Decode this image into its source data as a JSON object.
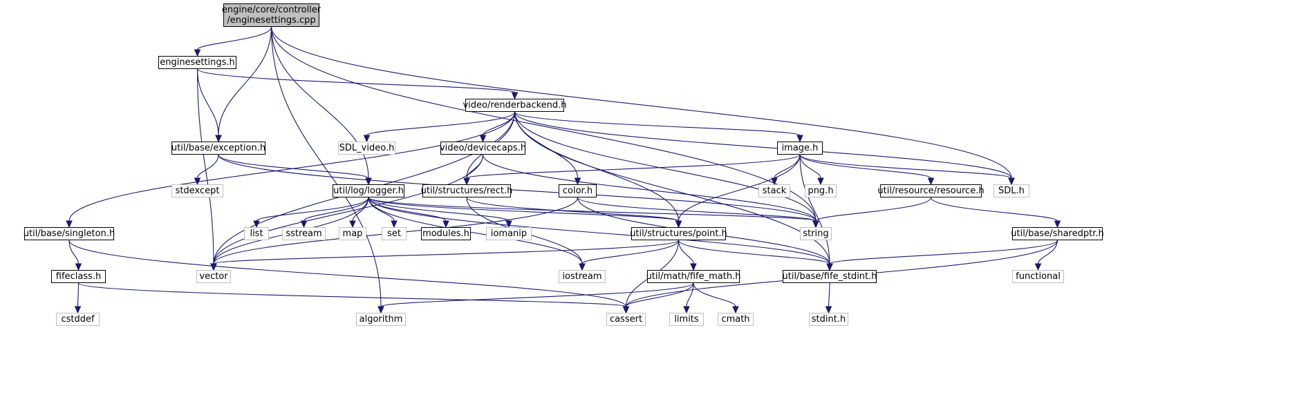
{
  "colors": {
    "edge": "#191970",
    "local_border": "#000000",
    "system_border": "#bfbfbf",
    "root_fill": "#bfbfbf"
  },
  "nodes": [
    {
      "id": "enginesettings_cpp",
      "lines": [
        "engine/core/controller",
        "/enginesettings.cpp"
      ],
      "kind": "root"
    },
    {
      "id": "enginesettings_h",
      "lines": [
        "enginesettings.h"
      ],
      "kind": "local"
    },
    {
      "id": "renderbackend",
      "lines": [
        "video/renderbackend.h"
      ],
      "kind": "local"
    },
    {
      "id": "exception",
      "lines": [
        "util/base/exception.h"
      ],
      "kind": "local"
    },
    {
      "id": "sdl_video",
      "lines": [
        "SDL_video.h"
      ],
      "kind": "system"
    },
    {
      "id": "devicecaps",
      "lines": [
        "video/devicecaps.h"
      ],
      "kind": "local"
    },
    {
      "id": "image",
      "lines": [
        "image.h"
      ],
      "kind": "local"
    },
    {
      "id": "stdexcept",
      "lines": [
        "stdexcept"
      ],
      "kind": "system"
    },
    {
      "id": "logger",
      "lines": [
        "util/log/logger.h"
      ],
      "kind": "local"
    },
    {
      "id": "rect",
      "lines": [
        "util/structures/rect.h"
      ],
      "kind": "local"
    },
    {
      "id": "color",
      "lines": [
        "color.h"
      ],
      "kind": "local"
    },
    {
      "id": "stack",
      "lines": [
        "stack"
      ],
      "kind": "system"
    },
    {
      "id": "png",
      "lines": [
        "png.h"
      ],
      "kind": "system"
    },
    {
      "id": "resource",
      "lines": [
        "util/resource/resource.h"
      ],
      "kind": "local"
    },
    {
      "id": "sdl",
      "lines": [
        "SDL.h"
      ],
      "kind": "system"
    },
    {
      "id": "singleton",
      "lines": [
        "util/base/singleton.h"
      ],
      "kind": "local"
    },
    {
      "id": "list",
      "lines": [
        "list"
      ],
      "kind": "system"
    },
    {
      "id": "sstream",
      "lines": [
        "sstream"
      ],
      "kind": "system"
    },
    {
      "id": "map",
      "lines": [
        "map"
      ],
      "kind": "system"
    },
    {
      "id": "set",
      "lines": [
        "set"
      ],
      "kind": "system"
    },
    {
      "id": "modules",
      "lines": [
        "modules.h"
      ],
      "kind": "local"
    },
    {
      "id": "iomanip",
      "lines": [
        "iomanip"
      ],
      "kind": "system"
    },
    {
      "id": "point",
      "lines": [
        "util/structures/point.h"
      ],
      "kind": "local"
    },
    {
      "id": "string",
      "lines": [
        "string"
      ],
      "kind": "system"
    },
    {
      "id": "sharedptr",
      "lines": [
        "util/base/sharedptr.h"
      ],
      "kind": "local"
    },
    {
      "id": "fifeclass",
      "lines": [
        "fifeclass.h"
      ],
      "kind": "local"
    },
    {
      "id": "vector",
      "lines": [
        "vector"
      ],
      "kind": "system"
    },
    {
      "id": "iostream",
      "lines": [
        "iostream"
      ],
      "kind": "system"
    },
    {
      "id": "fife_math",
      "lines": [
        "util/math/fife_math.h"
      ],
      "kind": "local"
    },
    {
      "id": "fife_stdint",
      "lines": [
        "util/base/fife_stdint.h"
      ],
      "kind": "local"
    },
    {
      "id": "functional",
      "lines": [
        "functional"
      ],
      "kind": "system"
    },
    {
      "id": "cstddef",
      "lines": [
        "cstddef"
      ],
      "kind": "system"
    },
    {
      "id": "algorithm",
      "lines": [
        "algorithm"
      ],
      "kind": "system"
    },
    {
      "id": "cassert",
      "lines": [
        "cassert"
      ],
      "kind": "system"
    },
    {
      "id": "limits",
      "lines": [
        "limits"
      ],
      "kind": "system"
    },
    {
      "id": "cmath",
      "lines": [
        "cmath"
      ],
      "kind": "system"
    },
    {
      "id": "stdint",
      "lines": [
        "stdint.h"
      ],
      "kind": "system"
    }
  ],
  "edges": [
    [
      "enginesettings_cpp",
      "enginesettings_h"
    ],
    [
      "enginesettings_cpp",
      "exception"
    ],
    [
      "enginesettings_cpp",
      "logger"
    ],
    [
      "enginesettings_cpp",
      "string"
    ],
    [
      "enginesettings_cpp",
      "sdl"
    ],
    [
      "enginesettings_cpp",
      "algorithm"
    ],
    [
      "enginesettings_h",
      "renderbackend"
    ],
    [
      "enginesettings_h",
      "exception"
    ],
    [
      "enginesettings_h",
      "vector"
    ],
    [
      "renderbackend",
      "sdl_video"
    ],
    [
      "renderbackend",
      "devicecaps"
    ],
    [
      "renderbackend",
      "image"
    ],
    [
      "renderbackend",
      "rect"
    ],
    [
      "renderbackend",
      "color"
    ],
    [
      "renderbackend",
      "point"
    ],
    [
      "renderbackend",
      "string"
    ],
    [
      "renderbackend",
      "sdl"
    ],
    [
      "renderbackend",
      "fife_stdint"
    ],
    [
      "renderbackend",
      "singleton"
    ],
    [
      "renderbackend",
      "vector"
    ],
    [
      "exception",
      "stdexcept"
    ],
    [
      "exception",
      "logger"
    ],
    [
      "exception",
      "string"
    ],
    [
      "devicecaps",
      "rect"
    ],
    [
      "devicecaps",
      "vector"
    ],
    [
      "devicecaps",
      "string"
    ],
    [
      "image",
      "stack"
    ],
    [
      "image",
      "png"
    ],
    [
      "image",
      "resource"
    ],
    [
      "image",
      "sdl"
    ],
    [
      "image",
      "rect"
    ],
    [
      "image",
      "point"
    ],
    [
      "image",
      "fife_stdint"
    ],
    [
      "logger",
      "list"
    ],
    [
      "logger",
      "sstream"
    ],
    [
      "logger",
      "map"
    ],
    [
      "logger",
      "set"
    ],
    [
      "logger",
      "modules"
    ],
    [
      "logger",
      "iomanip"
    ],
    [
      "logger",
      "vector"
    ],
    [
      "logger",
      "iostream"
    ],
    [
      "logger",
      "string"
    ],
    [
      "logger",
      "point"
    ],
    [
      "logger",
      "fife_stdint"
    ],
    [
      "rect",
      "point"
    ],
    [
      "rect",
      "iostream"
    ],
    [
      "color",
      "vector"
    ],
    [
      "color",
      "string"
    ],
    [
      "color",
      "fife_stdint"
    ],
    [
      "resource",
      "sharedptr"
    ],
    [
      "resource",
      "string"
    ],
    [
      "singleton",
      "fifeclass"
    ],
    [
      "singleton",
      "cassert"
    ],
    [
      "fifeclass",
      "cstddef"
    ],
    [
      "fifeclass",
      "cassert"
    ],
    [
      "point",
      "vector"
    ],
    [
      "point",
      "iostream"
    ],
    [
      "point",
      "fife_math"
    ],
    [
      "point",
      "fife_stdint"
    ],
    [
      "point",
      "cassert"
    ],
    [
      "sharedptr",
      "functional"
    ],
    [
      "sharedptr",
      "fife_stdint"
    ],
    [
      "sharedptr",
      "cassert"
    ],
    [
      "fife_math",
      "algorithm"
    ],
    [
      "fife_math",
      "cassert"
    ],
    [
      "fife_math",
      "limits"
    ],
    [
      "fife_math",
      "cmath"
    ],
    [
      "fife_stdint",
      "stdint"
    ]
  ]
}
